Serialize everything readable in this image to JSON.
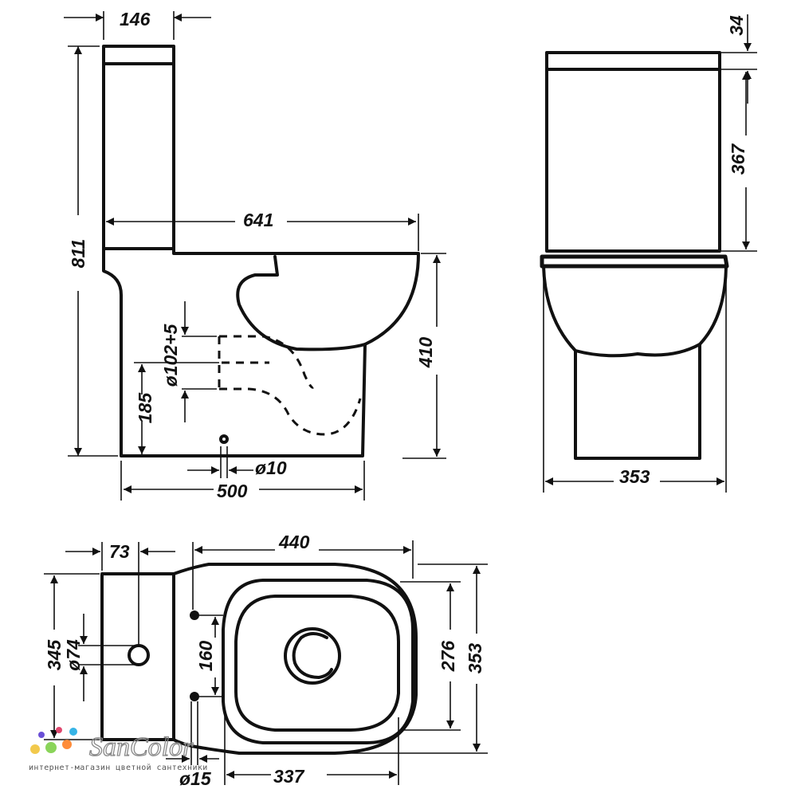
{
  "dimensions": {
    "tank_depth": "146",
    "lid_height": "34",
    "total_height": "811",
    "total_length": "641",
    "tank_height": "367",
    "bowl_height": "410",
    "outlet_diameter": "ø102+5",
    "outlet_height": "185",
    "fixing_hole": "ø10",
    "base_length": "500",
    "front_width": "353",
    "tank_offset_top": "73",
    "bowl_length_top": "440",
    "tank_width": "345",
    "inlet_diameter": "ø74",
    "fixing_spacing": "160",
    "inner_width": "276",
    "top_width": "353",
    "fixing_hole_top": "ø15",
    "inner_length": "337"
  },
  "logo": {
    "name": "SanColor",
    "tagline": "интернет-магазин цветной сантехники",
    "dot_colors": [
      "#6a4fd6",
      "#e0486f",
      "#37b4e6",
      "#f2c94c",
      "#8ad45a",
      "#ff8c3a"
    ]
  }
}
